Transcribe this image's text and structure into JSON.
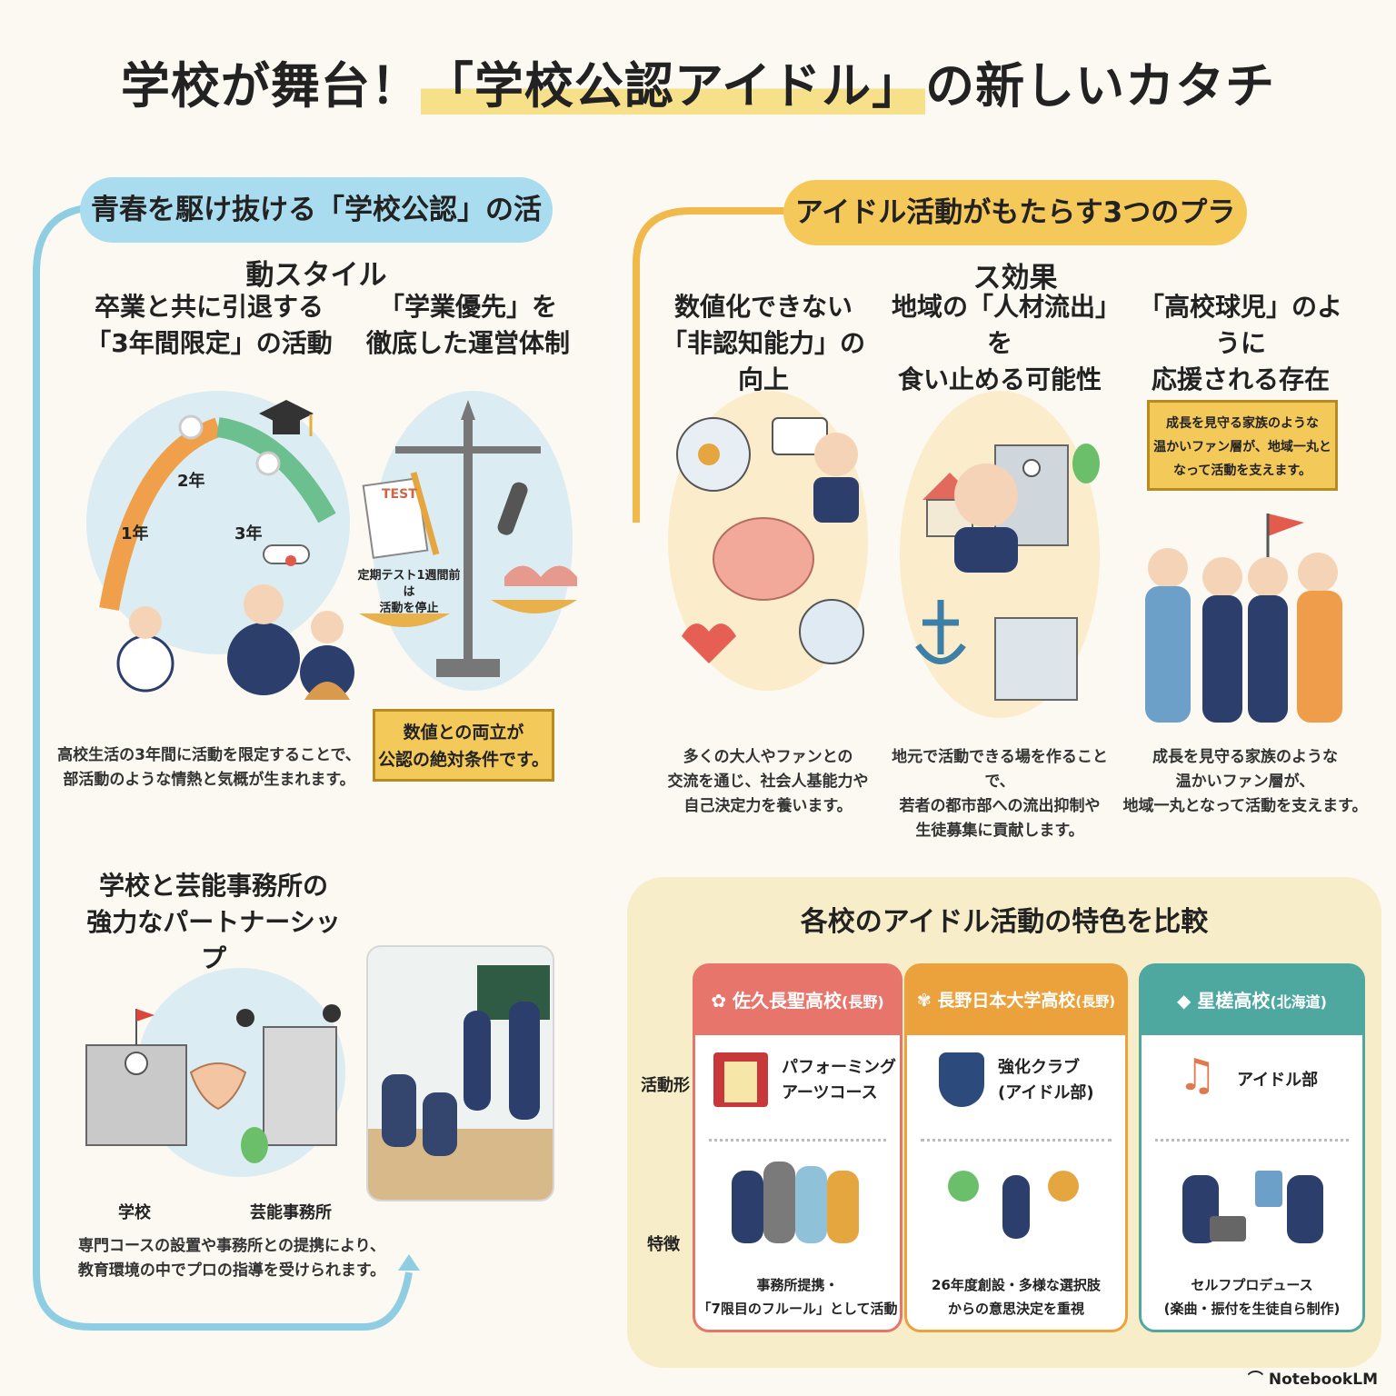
{
  "title": {
    "pre": "学校が舞台！",
    "highlight": "「学校公認アイドル」",
    "post": "の新しいカタチ"
  },
  "left_section": {
    "header": "青春を駆け抜ける「学校公認」の活動スタイル",
    "block1": {
      "heading_line1": "卒業と共に引退する",
      "heading_line2": "「3年間限定」の活動",
      "years": [
        "1年",
        "2年",
        "3年"
      ],
      "caption_line1": "高校生活の3年間に活動を限定することで、",
      "caption_line2": "部活動のような情熱と気概が生まれます。"
    },
    "block2": {
      "heading_line1": "「学業優先」を",
      "heading_line2": "徹底した運営体制",
      "test_label": "TEST",
      "plate_text_line1": "定期テスト1週間前は",
      "plate_text_line2": "活動を停止",
      "banner_line1": "数値との両立が",
      "banner_line2": "公認の絶対条件です。"
    },
    "block3": {
      "heading_line1": "学校と芸能事務所の",
      "heading_line2": "強力なパートナーシップ",
      "label_school": "学校",
      "label_agency": "芸能事務所",
      "caption_line1": "専門コースの設置や事務所との提携により、",
      "caption_line2": "教育環境の中でプロの指導を受けられます。"
    }
  },
  "right_section": {
    "header": "アイドル活動がもたらす3つのプラス効果",
    "effects": [
      {
        "heading_line1": "数値化できない",
        "heading_line2": "「非認知能力」の向上",
        "caption_line1": "多くの大人やファンとの",
        "caption_line2": "交流を通じ、社会人基能力や",
        "caption_line3": "自己決定力を養います。"
      },
      {
        "heading_line1": "地域の「人材流出」を",
        "heading_line2": "食い止める可能性",
        "caption_line1": "地元で活動できる場を作ることで、",
        "caption_line2": "若者の都市部への流出抑制や",
        "caption_line3": "生徒募集に貢献します。"
      },
      {
        "heading_line1": "「高校球児」のように",
        "heading_line2": "応援される存在",
        "banner_line1": "成長を見守る家族のような",
        "banner_line2": "温かいファン層が、地域一丸と",
        "banner_line3": "なって活動を支えます。",
        "caption_line1": "成長を見守る家族のような",
        "caption_line2": "温かいファン層が、",
        "caption_line3": "地域一丸となって活動を支えます。"
      }
    ]
  },
  "comparison": {
    "header": "各校のアイドル活動の特色を比較",
    "row_labels": [
      "活動形",
      "特徴"
    ],
    "schools": [
      {
        "name": "佐久長聖高校",
        "pref": "(長野)",
        "color": "#e8756b",
        "form_line1": "パフォーミング",
        "form_line2": "アーツコース",
        "feature_line1": "事務所提携・",
        "feature_line2": "「7限目のフルール」として活動"
      },
      {
        "name": "長野日本大学高校",
        "pref": "(長野)",
        "color": "#eba23c",
        "form_line1": "強化クラブ",
        "form_line2": "(アイドル部)",
        "feature_line1": "26年度創設・多様な選択肢",
        "feature_line2": "からの意思決定を重視"
      },
      {
        "name": "星槎高校",
        "pref": "(北海道)",
        "color": "#4fa8a0",
        "form_line1": "アイドル部",
        "form_line2": "",
        "feature_line1": "セルフプロデュース",
        "feature_line2": "(楽曲・振付を生徒自ら制作)"
      }
    ]
  },
  "footer": {
    "brand": "NotebookLM"
  },
  "colors": {
    "blue": "#a9dcee",
    "yellow": "#f5c85a",
    "arc_blue": "#8fcde3",
    "arc_yellow": "#f0b94a"
  }
}
